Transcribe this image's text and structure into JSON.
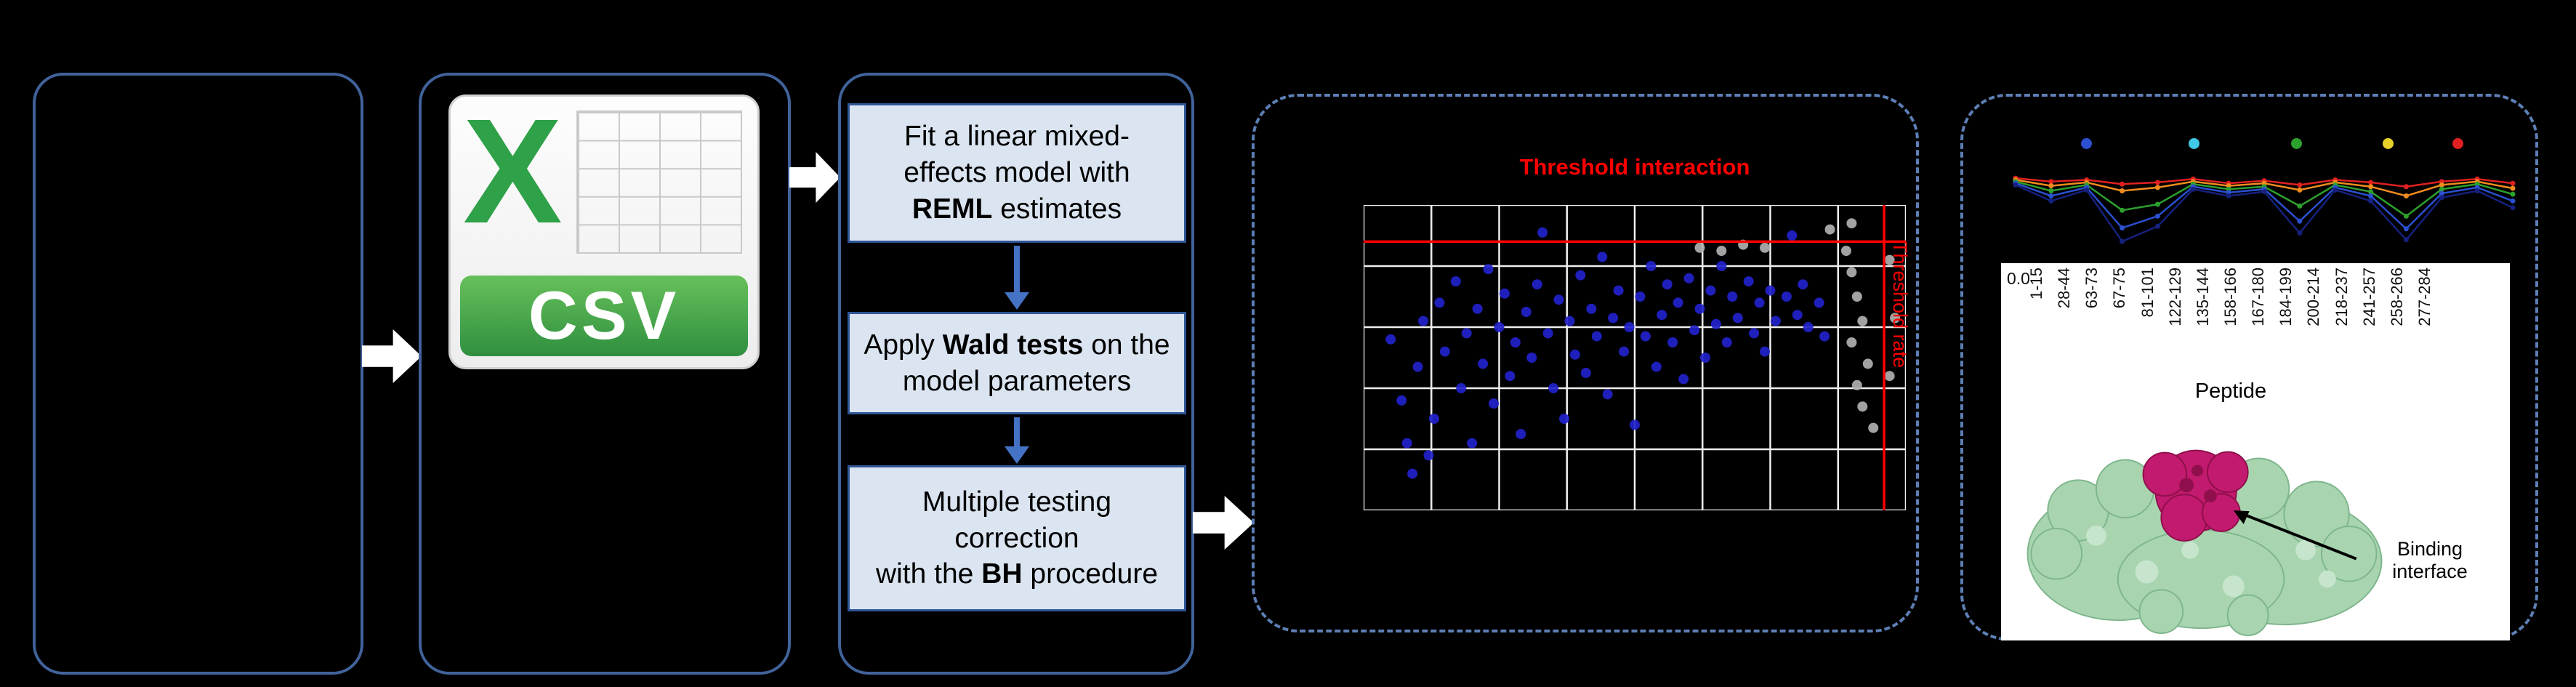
{
  "colors": {
    "background": "#000000",
    "panel_border": "#41629a",
    "dashed_border": "#5d7fb5",
    "step_fill": "#dbe5f1",
    "step_border": "#2f5597",
    "flow_arrow_blue": "#4472c4",
    "block_arrow": "#ffffff",
    "threshold_red": "#ff0000"
  },
  "csv_icon": {
    "letter": "X",
    "label": "CSV"
  },
  "steps": [
    {
      "pre": "Fit a linear mixed-effects model with ",
      "bold": "REML",
      "post": " estimates"
    },
    {
      "pre": "Apply ",
      "bold": "Wald tests",
      "post": " on the model parameters"
    },
    {
      "pre": "Multiple testing\ncorrection\nwith the ",
      "bold": "BH",
      "post": " procedure"
    }
  ],
  "protein": {
    "annotation": "Binding interface"
  },
  "chart_data": [
    {
      "type": "scatter",
      "title": "Threshold interaction",
      "x_threshold_label": "Threshold rate",
      "threshold_x": 96,
      "threshold_y": 88,
      "threshold_color": "#ff0000",
      "grid": {
        "cols": 8,
        "rows": 5,
        "color": "#eeeeee"
      },
      "xlim": [
        0,
        100
      ],
      "ylim": [
        0,
        100
      ],
      "series": [
        {
          "name": "blue-points",
          "color": "#2222cc",
          "points": [
            [
              5,
              56
            ],
            [
              7,
              36
            ],
            [
              8,
              22
            ],
            [
              9,
              12
            ],
            [
              10,
              47
            ],
            [
              11,
              62
            ],
            [
              12,
              18
            ],
            [
              13,
              30
            ],
            [
              14,
              68
            ],
            [
              15,
              52
            ],
            [
              17,
              75
            ],
            [
              18,
              40
            ],
            [
              19,
              58
            ],
            [
              20,
              22
            ],
            [
              21,
              66
            ],
            [
              22,
              48
            ],
            [
              23,
              79
            ],
            [
              24,
              35
            ],
            [
              25,
              60
            ],
            [
              26,
              71
            ],
            [
              27,
              44
            ],
            [
              28,
              55
            ],
            [
              29,
              25
            ],
            [
              30,
              65
            ],
            [
              31,
              50
            ],
            [
              32,
              74
            ],
            [
              33,
              91
            ],
            [
              34,
              58
            ],
            [
              35,
              40
            ],
            [
              36,
              69
            ],
            [
              37,
              30
            ],
            [
              38,
              62
            ],
            [
              39,
              51
            ],
            [
              40,
              77
            ],
            [
              41,
              45
            ],
            [
              42,
              66
            ],
            [
              43,
              57
            ],
            [
              44,
              83
            ],
            [
              45,
              38
            ],
            [
              46,
              63
            ],
            [
              47,
              72
            ],
            [
              48,
              52
            ],
            [
              49,
              60
            ],
            [
              50,
              28
            ],
            [
              51,
              70
            ],
            [
              52,
              57
            ],
            [
              53,
              80
            ],
            [
              54,
              47
            ],
            [
              55,
              64
            ],
            [
              56,
              74
            ],
            [
              57,
              55
            ],
            [
              58,
              68
            ],
            [
              59,
              43
            ],
            [
              60,
              76
            ],
            [
              61,
              59
            ],
            [
              62,
              66
            ],
            [
              63,
              50
            ],
            [
              64,
              72
            ],
            [
              65,
              61
            ],
            [
              66,
              80
            ],
            [
              67,
              55
            ],
            [
              68,
              70
            ],
            [
              69,
              63
            ],
            [
              71,
              75
            ],
            [
              72,
              58
            ],
            [
              73,
              68
            ],
            [
              74,
              52
            ],
            [
              75,
              72
            ],
            [
              76,
              62
            ],
            [
              78,
              70
            ],
            [
              79,
              90
            ],
            [
              80,
              64
            ],
            [
              81,
              74
            ],
            [
              82,
              60
            ],
            [
              84,
              68
            ],
            [
              85,
              57
            ]
          ]
        },
        {
          "name": "gray-points",
          "color": "#b0b0b0",
          "points": [
            [
              62,
              86
            ],
            [
              66,
              85
            ],
            [
              70,
              87
            ],
            [
              74,
              86
            ],
            [
              86,
              92
            ],
            [
              90,
              94
            ],
            [
              89,
              85
            ],
            [
              90,
              78
            ],
            [
              91,
              70
            ],
            [
              92,
              62
            ],
            [
              90,
              55
            ],
            [
              93,
              48
            ],
            [
              91,
              41
            ],
            [
              92,
              34
            ],
            [
              94,
              27
            ],
            [
              97,
              82
            ],
            [
              98,
              63
            ],
            [
              97,
              44
            ]
          ]
        }
      ]
    },
    {
      "type": "line",
      "categories": [
        "1-15",
        "28-44",
        "63-73",
        "67-75",
        "81-101",
        "122-129",
        "135-144",
        "158-166",
        "167-180",
        "184-199",
        "200-214",
        "218-237",
        "241-257",
        "258-266",
        "277-284"
      ],
      "xlabel": "Peptide",
      "ylabel_tick": "0.0",
      "ylim": [
        0,
        1
      ],
      "legend_dots": [
        {
          "color": "#2b50d0",
          "x_pct": 16
        },
        {
          "color": "#3fc8e8",
          "x_pct": 36
        },
        {
          "color": "#2da02d",
          "x_pct": 55
        },
        {
          "color": "#e8d22a",
          "x_pct": 72
        },
        {
          "color": "#e02020",
          "x_pct": 85
        }
      ],
      "series": [
        {
          "name": "line-red",
          "color": "#e02020",
          "values": [
            0.93,
            0.89,
            0.91,
            0.86,
            0.88,
            0.92,
            0.87,
            0.9,
            0.85,
            0.91,
            0.88,
            0.83,
            0.89,
            0.92,
            0.87
          ]
        },
        {
          "name": "line-orange",
          "color": "#f08c1e",
          "values": [
            0.91,
            0.84,
            0.88,
            0.78,
            0.82,
            0.89,
            0.84,
            0.87,
            0.79,
            0.88,
            0.83,
            0.72,
            0.85,
            0.89,
            0.81
          ]
        },
        {
          "name": "line-green",
          "color": "#2da02d",
          "values": [
            0.89,
            0.78,
            0.85,
            0.55,
            0.62,
            0.86,
            0.8,
            0.83,
            0.6,
            0.85,
            0.77,
            0.48,
            0.8,
            0.86,
            0.74
          ]
        },
        {
          "name": "line-blue",
          "color": "#2b50d0",
          "values": [
            0.87,
            0.72,
            0.82,
            0.34,
            0.48,
            0.83,
            0.76,
            0.8,
            0.42,
            0.82,
            0.72,
            0.33,
            0.75,
            0.82,
            0.66
          ]
        },
        {
          "name": "line-navy",
          "color": "#15217e",
          "values": [
            0.85,
            0.66,
            0.79,
            0.18,
            0.36,
            0.8,
            0.72,
            0.77,
            0.28,
            0.79,
            0.66,
            0.2,
            0.7,
            0.78,
            0.58
          ]
        }
      ]
    }
  ]
}
